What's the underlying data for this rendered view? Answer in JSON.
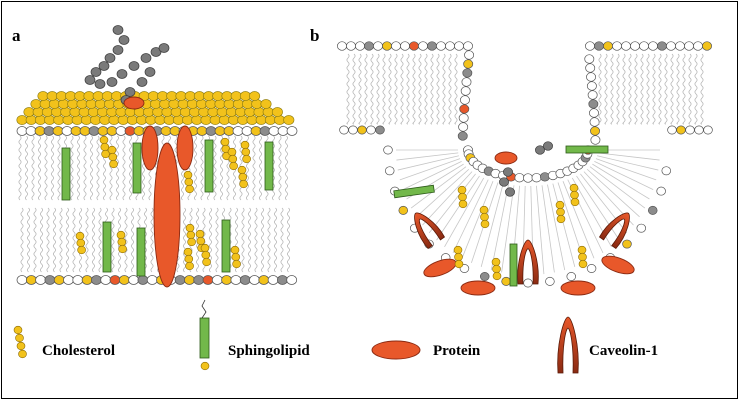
{
  "panels": {
    "a": "a",
    "b": "b"
  },
  "legend": [
    {
      "key": "cholesterol",
      "label": "Cholesterol"
    },
    {
      "key": "sphingolipid",
      "label": "Sphingolipid"
    },
    {
      "key": "protein",
      "label": "Protein"
    },
    {
      "key": "caveolin",
      "label": "Caveolin-1"
    }
  ],
  "colors": {
    "cholesterol": "#f2c21b",
    "sphingolipid_green": "#72b84a",
    "protein": "#e8582a",
    "caveolin_dark": "#8a2a12",
    "glycan": "#7a7a7a",
    "lipid_head": "#ffffff",
    "gray_head": "#8c8c8c"
  }
}
